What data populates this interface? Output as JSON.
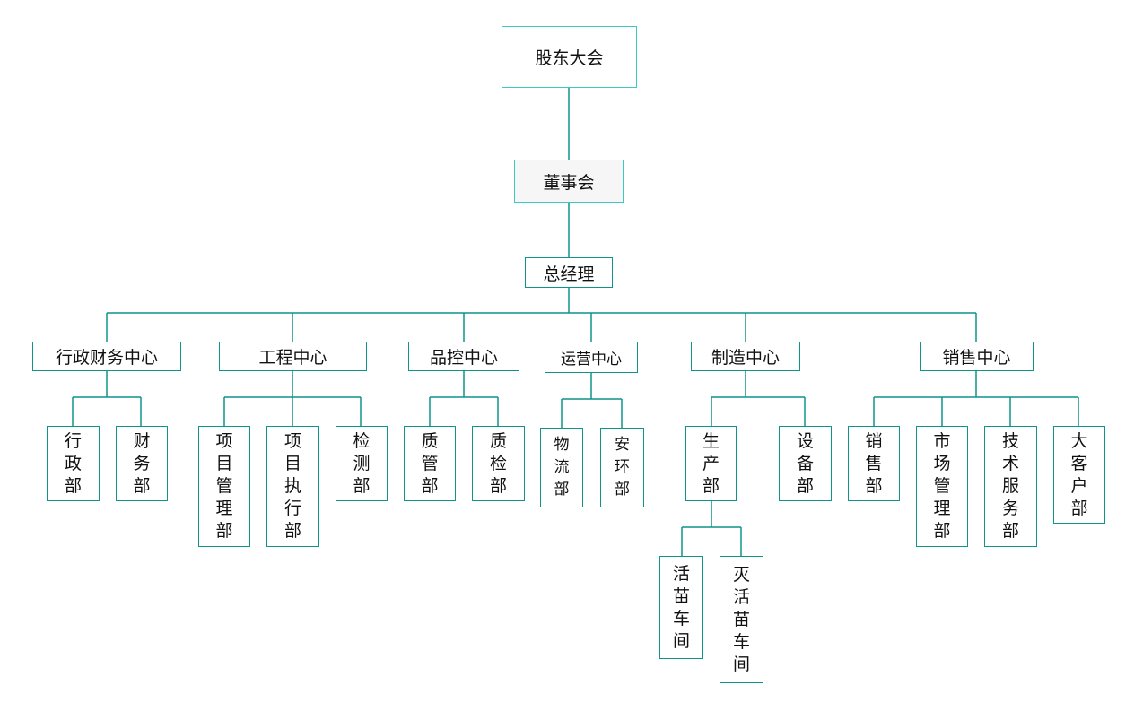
{
  "org": {
    "shareholders": "股东大会",
    "board": "董事会",
    "gm": "总经理",
    "centers": {
      "admin": "行政财务中心",
      "engineering": "工程中心",
      "qc": "品控中心",
      "ops": "运营中心",
      "manufacturing": "制造中心",
      "sales": "销售中心"
    },
    "depts": {
      "admin_office": "行政部",
      "finance": "财务部",
      "project_mgmt": "项目管理部",
      "project_exec": "项目执行部",
      "inspection": "检测部",
      "quality_mgmt": "质管部",
      "quality_check": "质检部",
      "logistics": "物流部",
      "safety_env": "安环部",
      "production": "生产部",
      "equipment": "设备部",
      "sales_dept": "销售部",
      "marketing": "市场管理部",
      "tech_service": "技术服务部",
      "key_accounts": "大客户部"
    },
    "workshops": {
      "live_vaccine": "活苗车间",
      "inactivated_vaccine": "灭活苗车间"
    }
  }
}
